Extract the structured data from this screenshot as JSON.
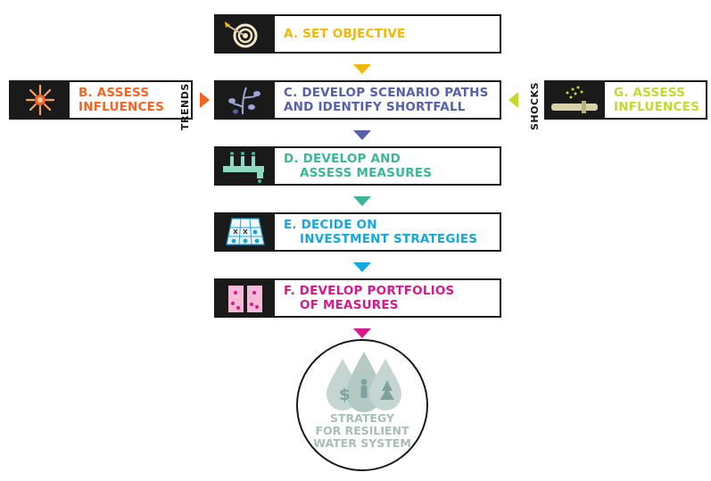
{
  "steps": {
    "a": {
      "lines": [
        "A. SET OBJECTIVE"
      ],
      "color": "#f2b705",
      "icon": "target-icon"
    },
    "b": {
      "lines": [
        "B. ASSESS",
        "INFLUENCES"
      ],
      "color": "#f26522",
      "icon": "sun-icon"
    },
    "c": {
      "lines": [
        "C. DEVELOP SCENARIO PATHS",
        "AND IDENTIFY SHORTFALL"
      ],
      "color": "#5561a8",
      "icon": "plant-icon"
    },
    "d": {
      "lines": [
        "D. DEVELOP AND",
        "ASSESS MEASURES"
      ],
      "color": "#3ab79a",
      "icon": "pipe-icon"
    },
    "e": {
      "lines": [
        "E. DECIDE ON",
        "INVESTMENT STRATEGIES"
      ],
      "color": "#13a9e0",
      "icon": "grid-icon"
    },
    "f": {
      "lines": [
        "F. DEVELOP PORTFOLIOS",
        "OF MEASURES"
      ],
      "color": "#d6198c",
      "icon": "portfolio-icon"
    },
    "g": {
      "lines": [
        "G. ASSESS",
        "INFLUENCES"
      ],
      "color": "#c4d82e",
      "icon": "broken-pipe-icon"
    }
  },
  "side_labels": {
    "trends": "TRENDS",
    "shocks": "SHOCKS"
  },
  "result": {
    "lines": [
      "STRATEGY",
      "FOR RESILIENT",
      "WATER SYSTEM"
    ],
    "color": "#a9bdb8",
    "icon": "water-drops-icon"
  }
}
